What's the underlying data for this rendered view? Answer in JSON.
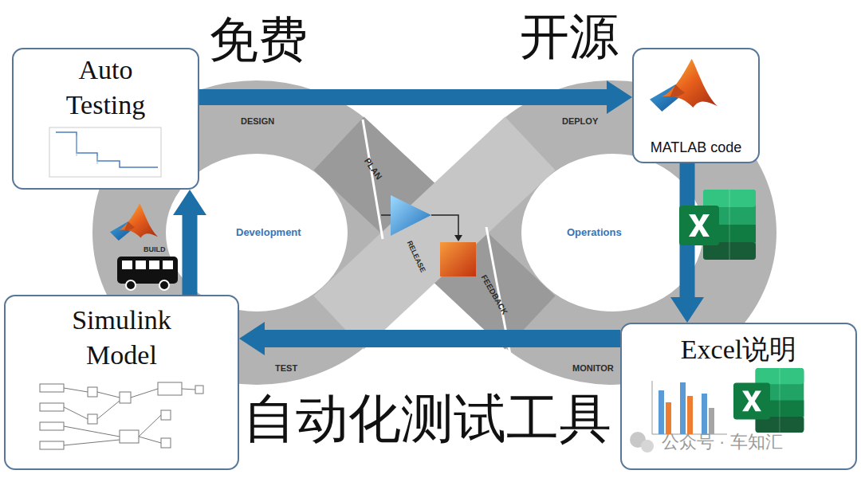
{
  "diagram": {
    "nodes": [
      {
        "text": [
          "Auto Testing"
        ]
      },
      {
        "text": [
          "MATLAB code"
        ]
      },
      {
        "text": [
          "Simulink Model"
        ]
      },
      {
        "text": [
          "Excel说明"
        ]
      }
    ],
    "edges": [
      {
        "from": 0,
        "to": 1,
        "arrow": "to"
      },
      {
        "from": 1,
        "to": 3,
        "arrow": "to"
      },
      {
        "from": 3,
        "to": 2,
        "arrow": "to"
      },
      {
        "from": 2,
        "to": 0,
        "arrow": "to"
      }
    ],
    "labels": [
      "免费",
      "开源",
      "自动化测试工具",
      "DESIGN",
      "PLAN",
      "DEPLOY",
      "Development",
      "Operations",
      "BUILD",
      "RELEASE",
      "FEEDBACK",
      "TEST",
      "MONITOR",
      "公众号 · 车知汇"
    ]
  }
}
